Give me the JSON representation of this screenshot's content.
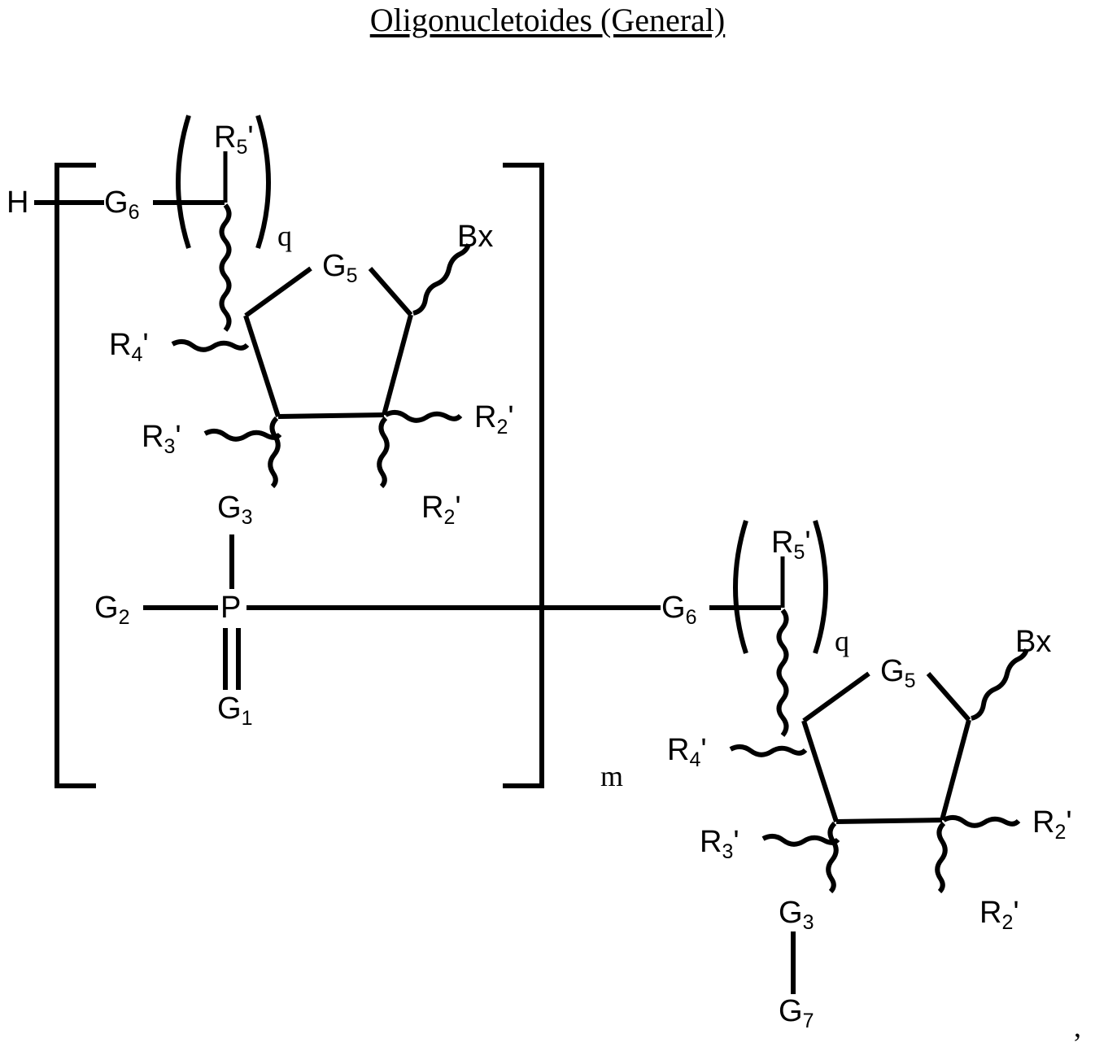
{
  "title": "Oligonucletoides (General)",
  "structure_name": "oligonucleotide-general-formula",
  "colors": {
    "ink": "#000000",
    "background": "#ffffff"
  },
  "terminal": {
    "h_label": "H"
  },
  "repeat_unit": {
    "bracket_subscript": "m",
    "paren_subscript": "q",
    "linker_label": "G6_left",
    "labels": {
      "g6": "G",
      "g6_sub": "6",
      "g5": "G",
      "g5_sub": "5",
      "g3": "G",
      "g3_sub": "3",
      "g2": "G",
      "g2_sub": "2",
      "g1": "G",
      "g1_sub": "1",
      "p": "P",
      "bx": "Bx",
      "r5": "R",
      "r5_sub": "5",
      "r5_prime": "'",
      "r4": "R",
      "r4_sub": "4",
      "r4_prime": "'",
      "r3": "R",
      "r3_sub": "3",
      "r3_prime": "'",
      "r2": "R",
      "r2_sub": "2",
      "r2_prime": "'"
    }
  },
  "terminal_unit": {
    "paren_subscript": "q",
    "g7": "G",
    "g7_sub": "7"
  },
  "trailing_punctuation": ",",
  "left_sugar": {
    "ring_apex": "G5",
    "substituents": [
      "R5'",
      "R4'",
      "R3'",
      "R2'",
      "R2'",
      "Bx",
      "G3"
    ]
  },
  "right_sugar": {
    "ring_apex": "G5",
    "substituents": [
      "R5'",
      "R4'",
      "R3'",
      "R2'",
      "R2'",
      "Bx",
      "G3",
      "G7"
    ]
  },
  "phosphorus_center": {
    "atom": "P",
    "single_bond_up": "G3",
    "single_bond_left": "G2",
    "double_bond_down": "G1",
    "single_bond_right": "to-bracket"
  }
}
